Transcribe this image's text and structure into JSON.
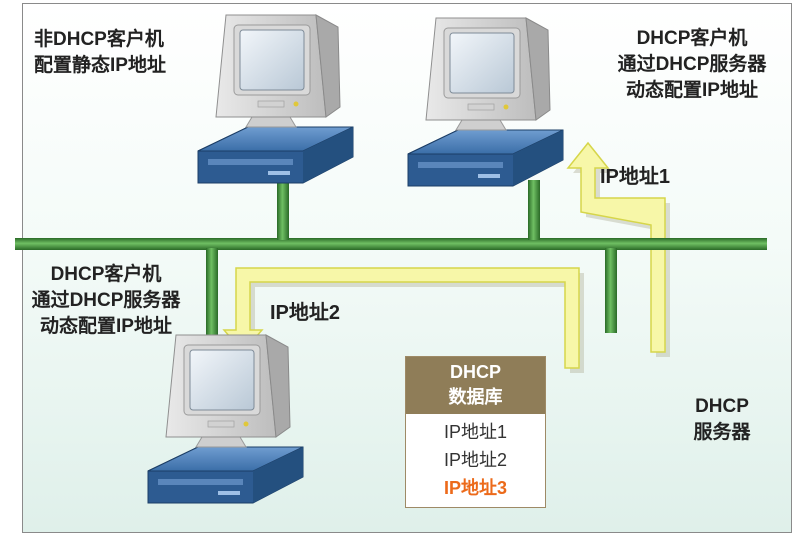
{
  "labels": {
    "static_client_line1": "非DHCP客户机",
    "static_client_line2": "配置静态IP地址",
    "dhcp_client_top_line1": "DHCP客户机",
    "dhcp_client_top_line2": "通过DHCP服务器",
    "dhcp_client_top_line3": "动态配置IP地址",
    "dhcp_client_left_line1": "DHCP客户机",
    "dhcp_client_left_line2": "通过DHCP服务器",
    "dhcp_client_left_line3": "动态配置IP地址",
    "server_line1": "DHCP",
    "server_line2": "服务器"
  },
  "arrows": {
    "ip1": "IP地址1",
    "ip2": "IP地址2"
  },
  "database": {
    "header_line1": "DHCP",
    "header_line2": "数据库",
    "rows": [
      "IP地址1",
      "IP地址2",
      "IP地址3"
    ],
    "highlight_color": "#ec6a1a"
  },
  "colors": {
    "network_line": "#3f8a3a",
    "arrow_fill": "#f7f7a8",
    "arrow_outline": "#d9d94a",
    "computer_base": "#3b6ea8",
    "db_header": "#8f7d58"
  },
  "icons": [
    "computer-icon",
    "computer-icon",
    "computer-icon"
  ]
}
